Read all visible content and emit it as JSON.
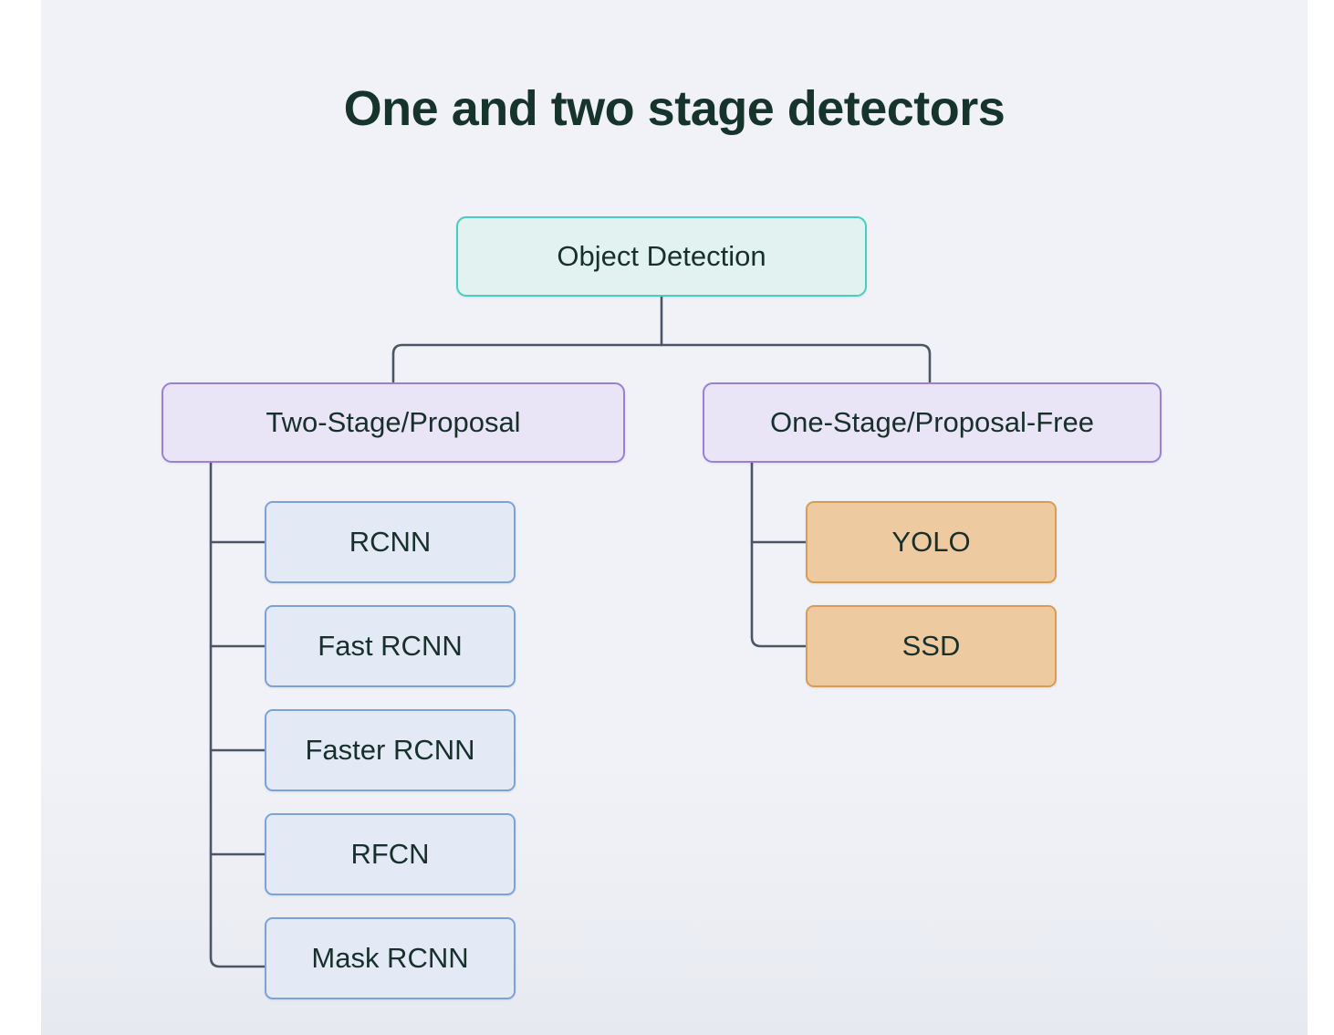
{
  "page": {
    "title": "One and two stage detectors",
    "background_color": "#f1f2f7",
    "text_color": "#18302b"
  },
  "diagram": {
    "type": "tree",
    "root": {
      "label": "Object Detection",
      "fill": "#e2f2f0",
      "border": "#45cfc0"
    },
    "branches": [
      {
        "label": "Two-Stage/Proposal",
        "fill": "#e9e4f6",
        "border": "#9b80d6",
        "children": [
          {
            "label": "RCNN",
            "fill": "#e3e9f5",
            "border": "#7ba3d7"
          },
          {
            "label": "Fast RCNN",
            "fill": "#e3e9f5",
            "border": "#7ba3d7"
          },
          {
            "label": "Faster RCNN",
            "fill": "#e3e9f5",
            "border": "#7ba3d7"
          },
          {
            "label": "RFCN",
            "fill": "#e3e9f5",
            "border": "#7ba3d7"
          },
          {
            "label": "Mask RCNN",
            "fill": "#e3e9f5",
            "border": "#7ba3d7"
          }
        ]
      },
      {
        "label": "One-Stage/Proposal-Free",
        "fill": "#e9e4f6",
        "border": "#9b80d6",
        "children": [
          {
            "label": "YOLO",
            "fill": "#eecaa1",
            "border": "#d99c51"
          },
          {
            "label": "SSD",
            "fill": "#eecaa1",
            "border": "#d99c51"
          }
        ]
      }
    ]
  }
}
